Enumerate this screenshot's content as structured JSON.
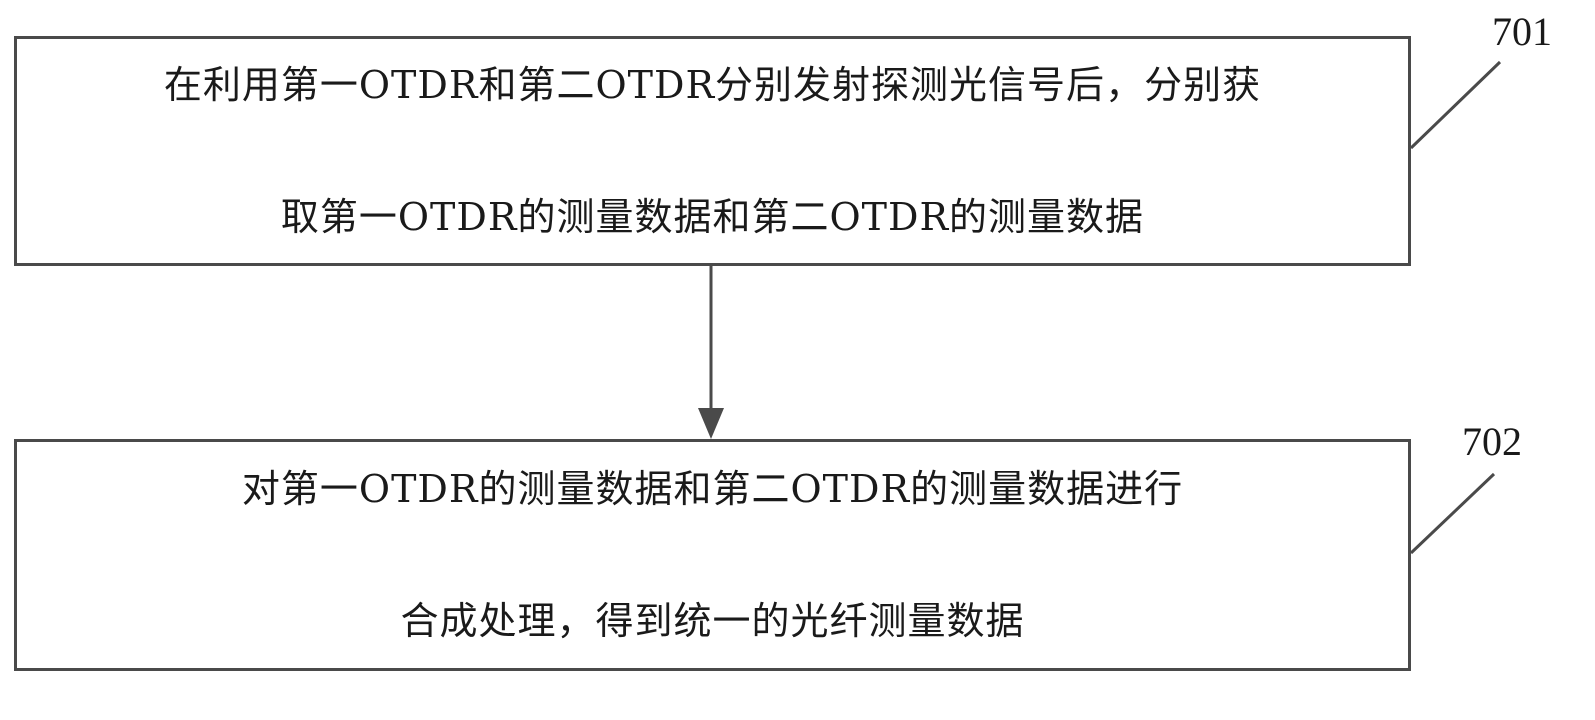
{
  "steps": [
    {
      "ref": "701",
      "lines": [
        "在利用第一OTDR和第二OTDR分别发射探测光信号后，分别获",
        "取第一OTDR的测量数据和第二OTDR的测量数据"
      ]
    },
    {
      "ref": "702",
      "lines": [
        "对第一OTDR的测量数据和第二OTDR的测量数据进行",
        "合成处理，得到统一的光纤测量数据"
      ]
    }
  ],
  "colors": {
    "border": "#4a4a4a",
    "text": "#1a1a1a",
    "background": "#ffffff"
  }
}
